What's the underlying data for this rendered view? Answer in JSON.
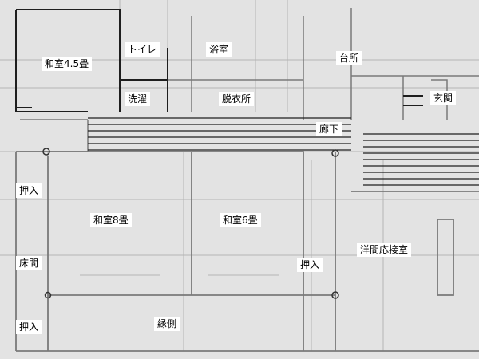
{
  "floor_plan": {
    "rooms": {
      "washitsu_45": "和室4.5畳",
      "toilet": "トイレ",
      "bathroom": "浴室",
      "kitchen": "台所",
      "laundry": "洗濯",
      "changing_room": "脱衣所",
      "entrance": "玄関",
      "corridor": "廊下",
      "oshiire_top": "押入",
      "washitsu_8": "和室8畳",
      "washitsu_6": "和室6畳",
      "tokonoma": "床間",
      "oshiire_middle": "押入",
      "western_reception": "洋間応接室",
      "oshiire_bottom": "押入",
      "engawa": "縁側"
    }
  },
  "colors": {
    "paper": "#e3e3e3",
    "pencil": "#8a8a8a",
    "ink": "#1e1e1e",
    "label_bg": "#ffffff"
  }
}
